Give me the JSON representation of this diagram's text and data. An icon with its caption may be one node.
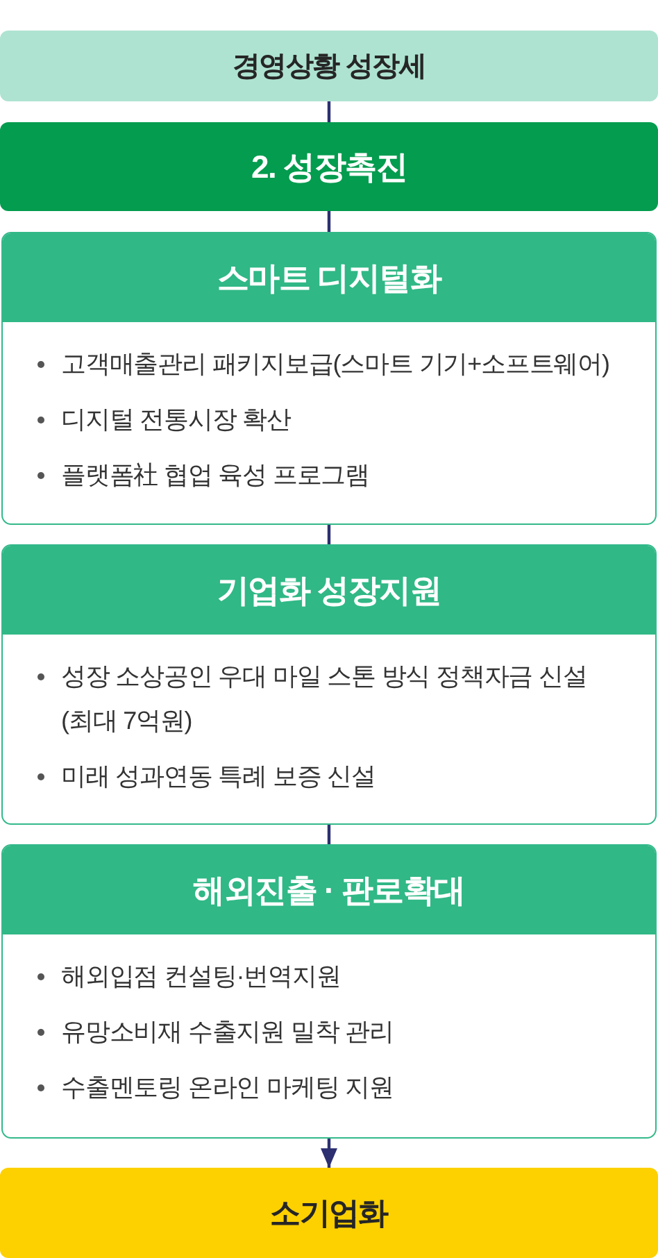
{
  "diagram": {
    "nodes": [
      {
        "text": [
          "경영상황 성장세"
        ]
      },
      {
        "text": [
          "2. 성장촉진"
        ]
      },
      {
        "text": [
          "스마트 디지털화",
          "고객매출관리 패키지보급(스마트 기기+소프트웨어)",
          "디지털 전통시장 확산",
          "플랫폼社 협업 육성 프로그램"
        ]
      },
      {
        "text": [
          "기업화 성장지원",
          "성장 소상공인 우대 마일 스톤 방식 정책자금 신설 (최대 7억원)",
          "미래 성과연동 특례 보증 신설"
        ]
      },
      {
        "text": [
          "해외진출 · 판로확대",
          "해외입점 컨설팅·번역지원",
          "유망소비재 수출지원 밀착 관리",
          "수출멘토링 온라인 마케팅 지원"
        ]
      },
      {
        "text": [
          "소기업화"
        ]
      }
    ],
    "edges": [
      {
        "from": 0,
        "to": 1,
        "arrow": "none"
      },
      {
        "from": 1,
        "to": 2,
        "arrow": "none"
      },
      {
        "from": 2,
        "to": 3,
        "arrow": "none"
      },
      {
        "from": 3,
        "to": 4,
        "arrow": "none"
      },
      {
        "from": 4,
        "to": 5,
        "arrow": "to"
      }
    ]
  }
}
